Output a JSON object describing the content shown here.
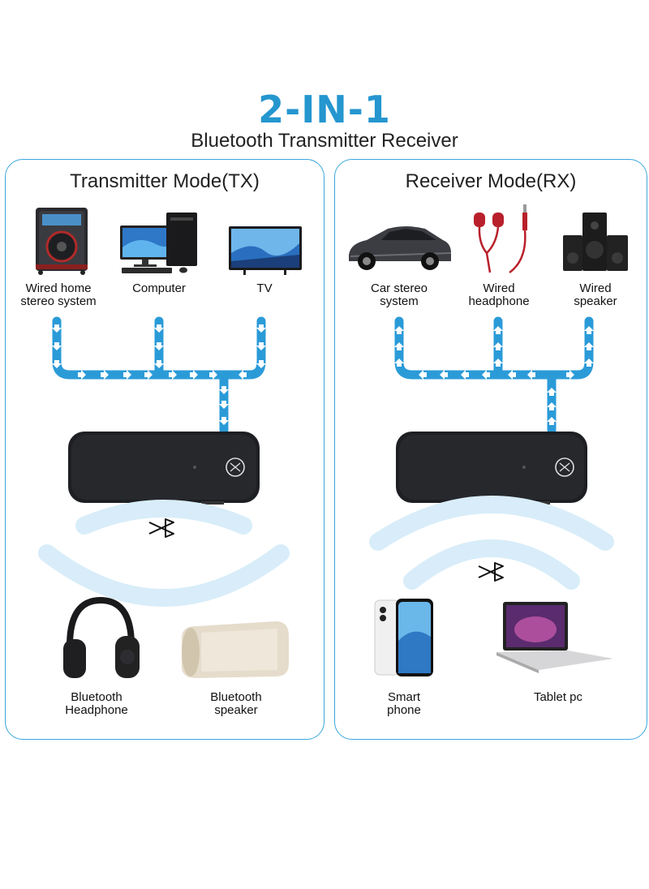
{
  "header": {
    "title": "2-IN-1",
    "subtitle": "Bluetooth Transmitter Receiver"
  },
  "tx": {
    "title": "Transmitter Mode(TX)",
    "inputs": [
      {
        "label": "Wired home\nstereo system",
        "icon": "stereo-cabinet-icon"
      },
      {
        "label": "Computer",
        "icon": "desktop-computer-icon"
      },
      {
        "label": "TV",
        "icon": "tv-icon"
      }
    ],
    "outputs": [
      {
        "label": "Bluetooth\nHeadphone",
        "icon": "headphone-icon"
      },
      {
        "label": "Bluetooth\nspeaker",
        "icon": "speaker-icon"
      }
    ]
  },
  "rx": {
    "title": "Receiver Mode(RX)",
    "outputs": [
      {
        "label": "Car stereo\nsystem",
        "icon": "car-icon"
      },
      {
        "label": "Wired\nheadphone",
        "icon": "earphone-icon"
      },
      {
        "label": "Wired\nspeaker",
        "icon": "desktop-speaker-icon"
      }
    ],
    "inputs": [
      {
        "label": "Smart\nphone",
        "icon": "smartphone-icon"
      },
      {
        "label": "Tablet pc",
        "icon": "laptop-icon"
      }
    ]
  },
  "colors": {
    "accent": "#2596cf",
    "flow": "#2b9bd8",
    "wave": "#d8edf9",
    "device": "#1d1f22"
  }
}
